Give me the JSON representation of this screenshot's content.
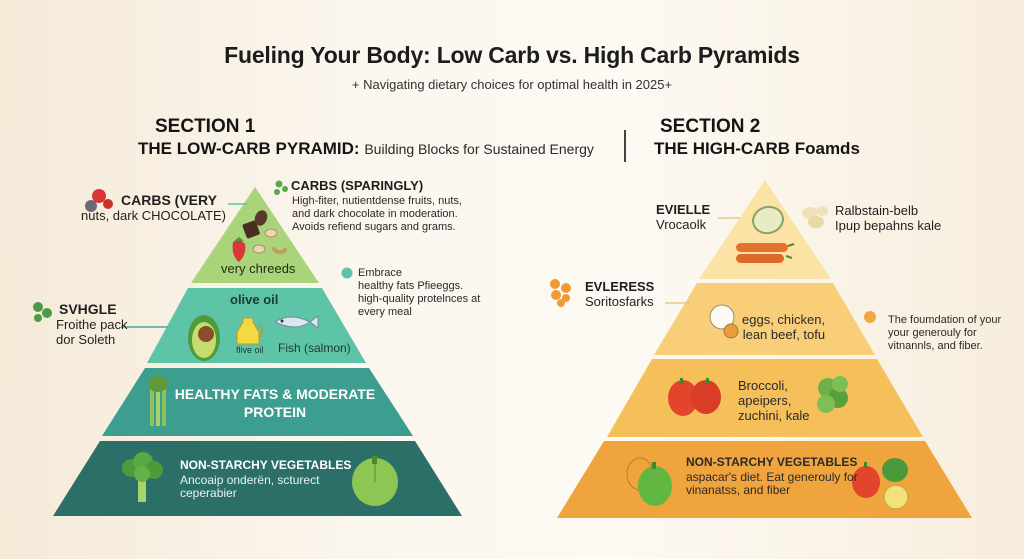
{
  "header": {
    "title": "Fueling Your Body: Low Carb vs. High Carb Pyramids",
    "subtitle": "+ Navigating dietary choices for optimal health in 2025+"
  },
  "section1": {
    "number": "SECTION 1",
    "title_bold": "THE LOW-CARB PYRAMID:",
    "title_light": "Building Blocks for Sustained Energy",
    "tiers": [
      {
        "name": "top",
        "inner_label": "very chreeds",
        "icons": [
          "chocolate-icon",
          "strawberry-icon",
          "nut-icon"
        ],
        "color": "#a9d47a"
      },
      {
        "name": "second",
        "inner_label": "olive oil",
        "icon_labels": [
          "flive oil",
          "Fish (salmon)"
        ],
        "icons": [
          "avocado-icon",
          "olive-oil-jar-icon",
          "fish-icon"
        ],
        "color": "#5ec4a8"
      },
      {
        "name": "third",
        "inner_label_line1": "HEALTHY FATS & MODERATE",
        "inner_label_line2": "PROTEIN",
        "icons": [
          "celery-icon"
        ],
        "color": "#3c9e8f"
      },
      {
        "name": "base",
        "heading": "NON-STARCHY VEGETABLES",
        "desc_line1": "Ancoaip onderën, scturect",
        "desc_line2": "ceperabier",
        "icons": [
          "broccoli-icon",
          "bell-pepper-icon"
        ],
        "color": "#2b6f68"
      }
    ],
    "callouts": {
      "left_top": {
        "line1": "CARBS (VERY",
        "line2": "nuts, dark CHOCOLATE)"
      },
      "right_top": {
        "heading": "CARBS (SPARINGLY)",
        "line1": "High-fiter, nutientdense fruits, nuts,",
        "line2": "and dark chocolate in moderation.",
        "line3": "Avoids refiend sugars and grams."
      },
      "left_mid": {
        "heading": "SVHGLE",
        "line1": "Froithe pack",
        "line2": "dor Soleth"
      },
      "right_mid": {
        "line1": "Embrace",
        "line2": "healthy fats Pfieeggs.",
        "line3": "high-quality protelnces at",
        "line4": "every meal"
      }
    }
  },
  "section2": {
    "number": "SECTION 2",
    "title_bold": "THE HIGH-CARB Foamds",
    "tiers": [
      {
        "name": "top",
        "icons": [
          "cucumber-slice-icon",
          "carrot-icon"
        ],
        "color": "#fbe3a6"
      },
      {
        "name": "second",
        "line1": "eggs, chicken,",
        "line2": "lean beef, tofu",
        "icons": [
          "egg-icon"
        ],
        "color": "#f8cf78"
      },
      {
        "name": "third",
        "line1": "Broccoli,",
        "line2": "apeipers,",
        "line3": "zuchini, kale",
        "icons": [
          "red-pepper-icon",
          "lettuce-icon"
        ],
        "color": "#f5c059"
      },
      {
        "name": "base",
        "heading": "NON-STARCHY VEGETABLES",
        "desc_line1": "aspacar's diet. Eat generouly for",
        "desc_line2": "vinanatss, and fiber",
        "icons": [
          "green-pepper-icon",
          "red-pepper-icon",
          "lemon-icon"
        ],
        "color": "#efa43d"
      }
    ],
    "callouts": {
      "left_top": {
        "line1": "EVIELLE",
        "line2": "Vrocaolk"
      },
      "right_top": {
        "line1": "Ralbstain-belb",
        "line2": "Ipup bepahns kale"
      },
      "left_mid": {
        "line1": "EVLERESS",
        "line2": "Soritosfarks"
      },
      "right_mid": {
        "line1": "The foumdation of your",
        "line2": "your generouly for",
        "line3": "vitnannls, and fiber."
      }
    }
  },
  "colors": {
    "low_carb_accent": "#5cc4a9",
    "high_carb_accent": "#f0a846",
    "berry_green": "#5aa84a"
  }
}
